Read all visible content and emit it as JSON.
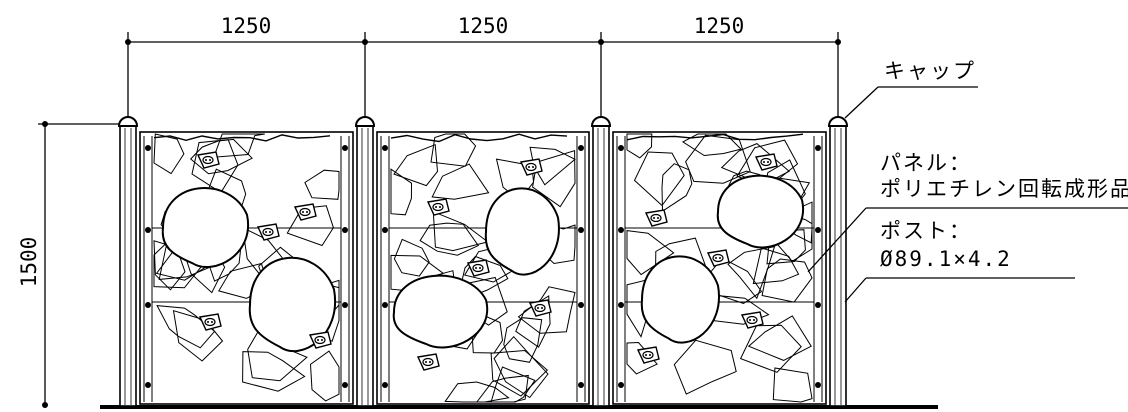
{
  "dimensions": {
    "panel_widths": [
      "1250",
      "1250",
      "1250"
    ],
    "height": "1500"
  },
  "callouts": {
    "cap": "キャップ",
    "panel_title": "パネル：",
    "panel_material": "ポリエチレン回転成形品",
    "post_title": "ポスト：",
    "post_spec": "Ø89.1×4.2"
  },
  "panels": [
    {
      "name": "panel-1",
      "boulders": 2,
      "holds": 5
    },
    {
      "name": "panel-2",
      "boulders": 2,
      "holds": 5
    },
    {
      "name": "panel-3",
      "boulders": 2,
      "holds": 5
    }
  ],
  "posts": 4
}
